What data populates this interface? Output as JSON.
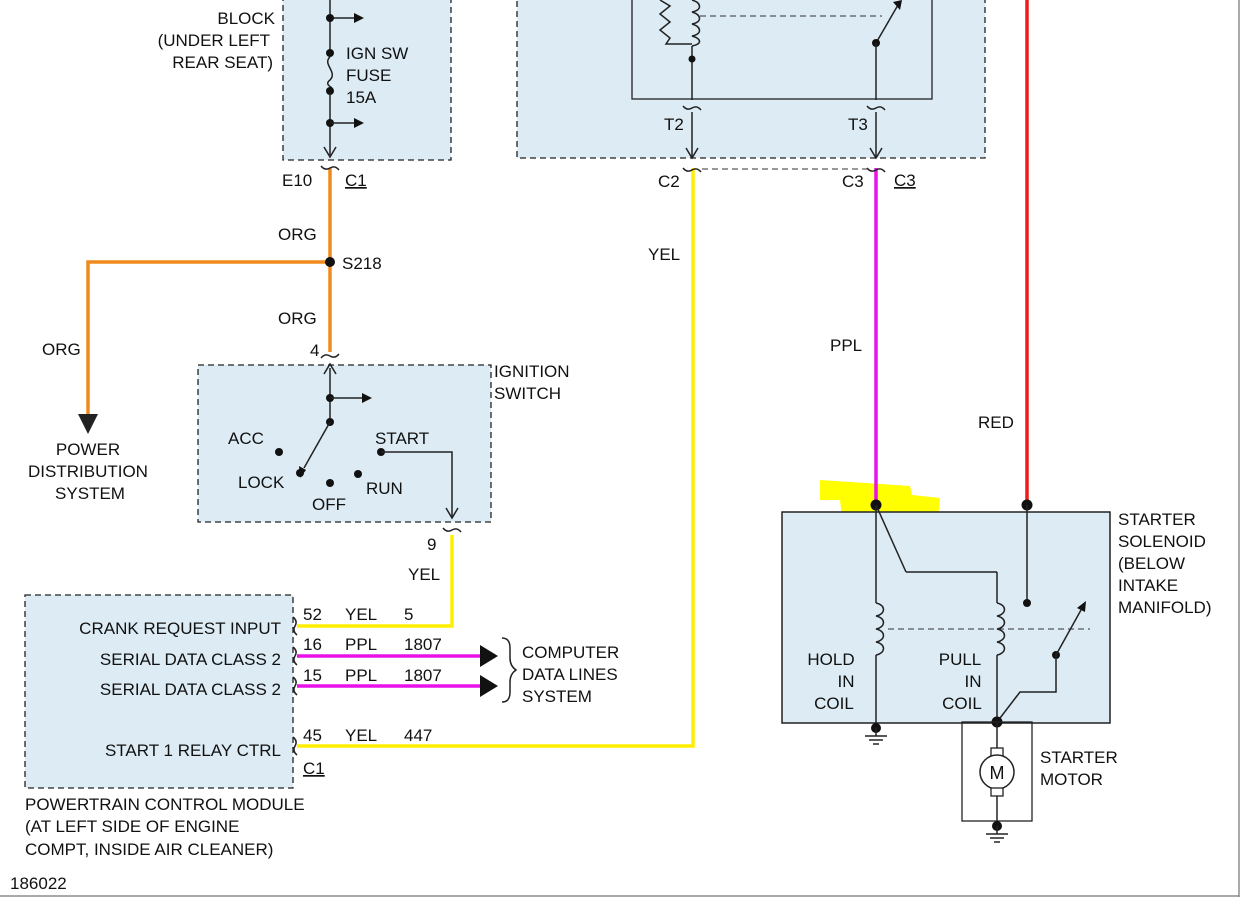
{
  "fuse_block": {
    "label_lines": [
      "BLOCK",
      "(UNDER LEFT",
      "REAR SEAT)"
    ],
    "fuse_lines": [
      "IGN SW",
      "FUSE",
      "15A"
    ],
    "terminal": "E10",
    "connector": "C1"
  },
  "wires": {
    "org": "ORG",
    "yel": "YEL",
    "ppl": "PPL",
    "red": "RED"
  },
  "splice": "S218",
  "power_distribution": [
    "POWER",
    "DISTRIBUTION",
    "SYSTEM"
  ],
  "ignition_switch": {
    "label_lines": [
      "IGNITION",
      "SWITCH"
    ],
    "pin_in": "4",
    "pin_out": "9",
    "positions": {
      "acc": "ACC",
      "lock": "LOCK",
      "off": "OFF",
      "run": "RUN",
      "start": "START"
    }
  },
  "relay": {
    "pins": {
      "t2": "T2",
      "t3": "T3"
    },
    "connectors": {
      "c2_left": "C2",
      "c3_left": "C3",
      "c3_right": "C3"
    }
  },
  "pcm": {
    "signals": [
      "CRANK REQUEST INPUT",
      "SERIAL DATA CLASS 2",
      "SERIAL DATA CLASS 2",
      "START 1 RELAY CTRL"
    ],
    "rows": [
      {
        "pin": "52",
        "color": "YEL",
        "circuit": "5"
      },
      {
        "pin": "16",
        "color": "PPL",
        "circuit": "1807"
      },
      {
        "pin": "15",
        "color": "PPL",
        "circuit": "1807"
      },
      {
        "pin": "45",
        "color": "YEL",
        "circuit": "447"
      }
    ],
    "connector": "C1",
    "label_lines": [
      "POWERTRAIN CONTROL MODULE",
      "(AT LEFT SIDE OF ENGINE",
      "COMPT, INSIDE AIR CLEANER)"
    ]
  },
  "computer_data_lines": [
    "COMPUTER",
    "DATA LINES",
    "SYSTEM"
  ],
  "starter_solenoid": {
    "label_lines": [
      "STARTER",
      "SOLENOID",
      "(BELOW",
      "INTAKE",
      "MANIFOLD)"
    ],
    "hold_coil": [
      "HOLD",
      "IN",
      "COIL"
    ],
    "pull_coil": [
      "PULL",
      "IN",
      "COIL"
    ]
  },
  "starter_motor": {
    "label_lines": [
      "STARTER",
      "MOTOR"
    ],
    "symbol": "M"
  },
  "figure_id": "186022",
  "colors": {
    "org": "#f08a1c",
    "yel": "#ffee00",
    "ppl": "#ea10ea",
    "red": "#ee1c1c",
    "box_fill": "#dcebf4",
    "highlight": "#ffff00"
  }
}
